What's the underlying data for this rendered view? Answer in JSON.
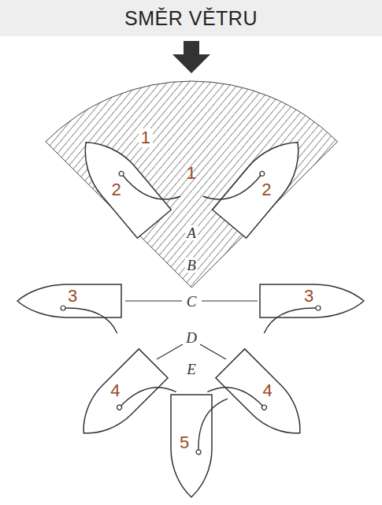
{
  "diagram": {
    "title": "SMĚR VĚTRU",
    "nodes": [
      {
        "text": [
          "1"
        ]
      },
      {
        "text": [
          "1"
        ],
        "in": 0
      },
      {
        "text": [
          "2"
        ]
      },
      {
        "text": [
          "2"
        ]
      },
      {
        "text": [
          "3"
        ]
      },
      {
        "text": [
          "3"
        ]
      },
      {
        "text": [
          "4"
        ]
      },
      {
        "text": [
          "4"
        ]
      },
      {
        "text": [
          "5"
        ]
      }
    ],
    "labels": [
      "A",
      "B",
      "C",
      "D",
      "E"
    ]
  }
}
